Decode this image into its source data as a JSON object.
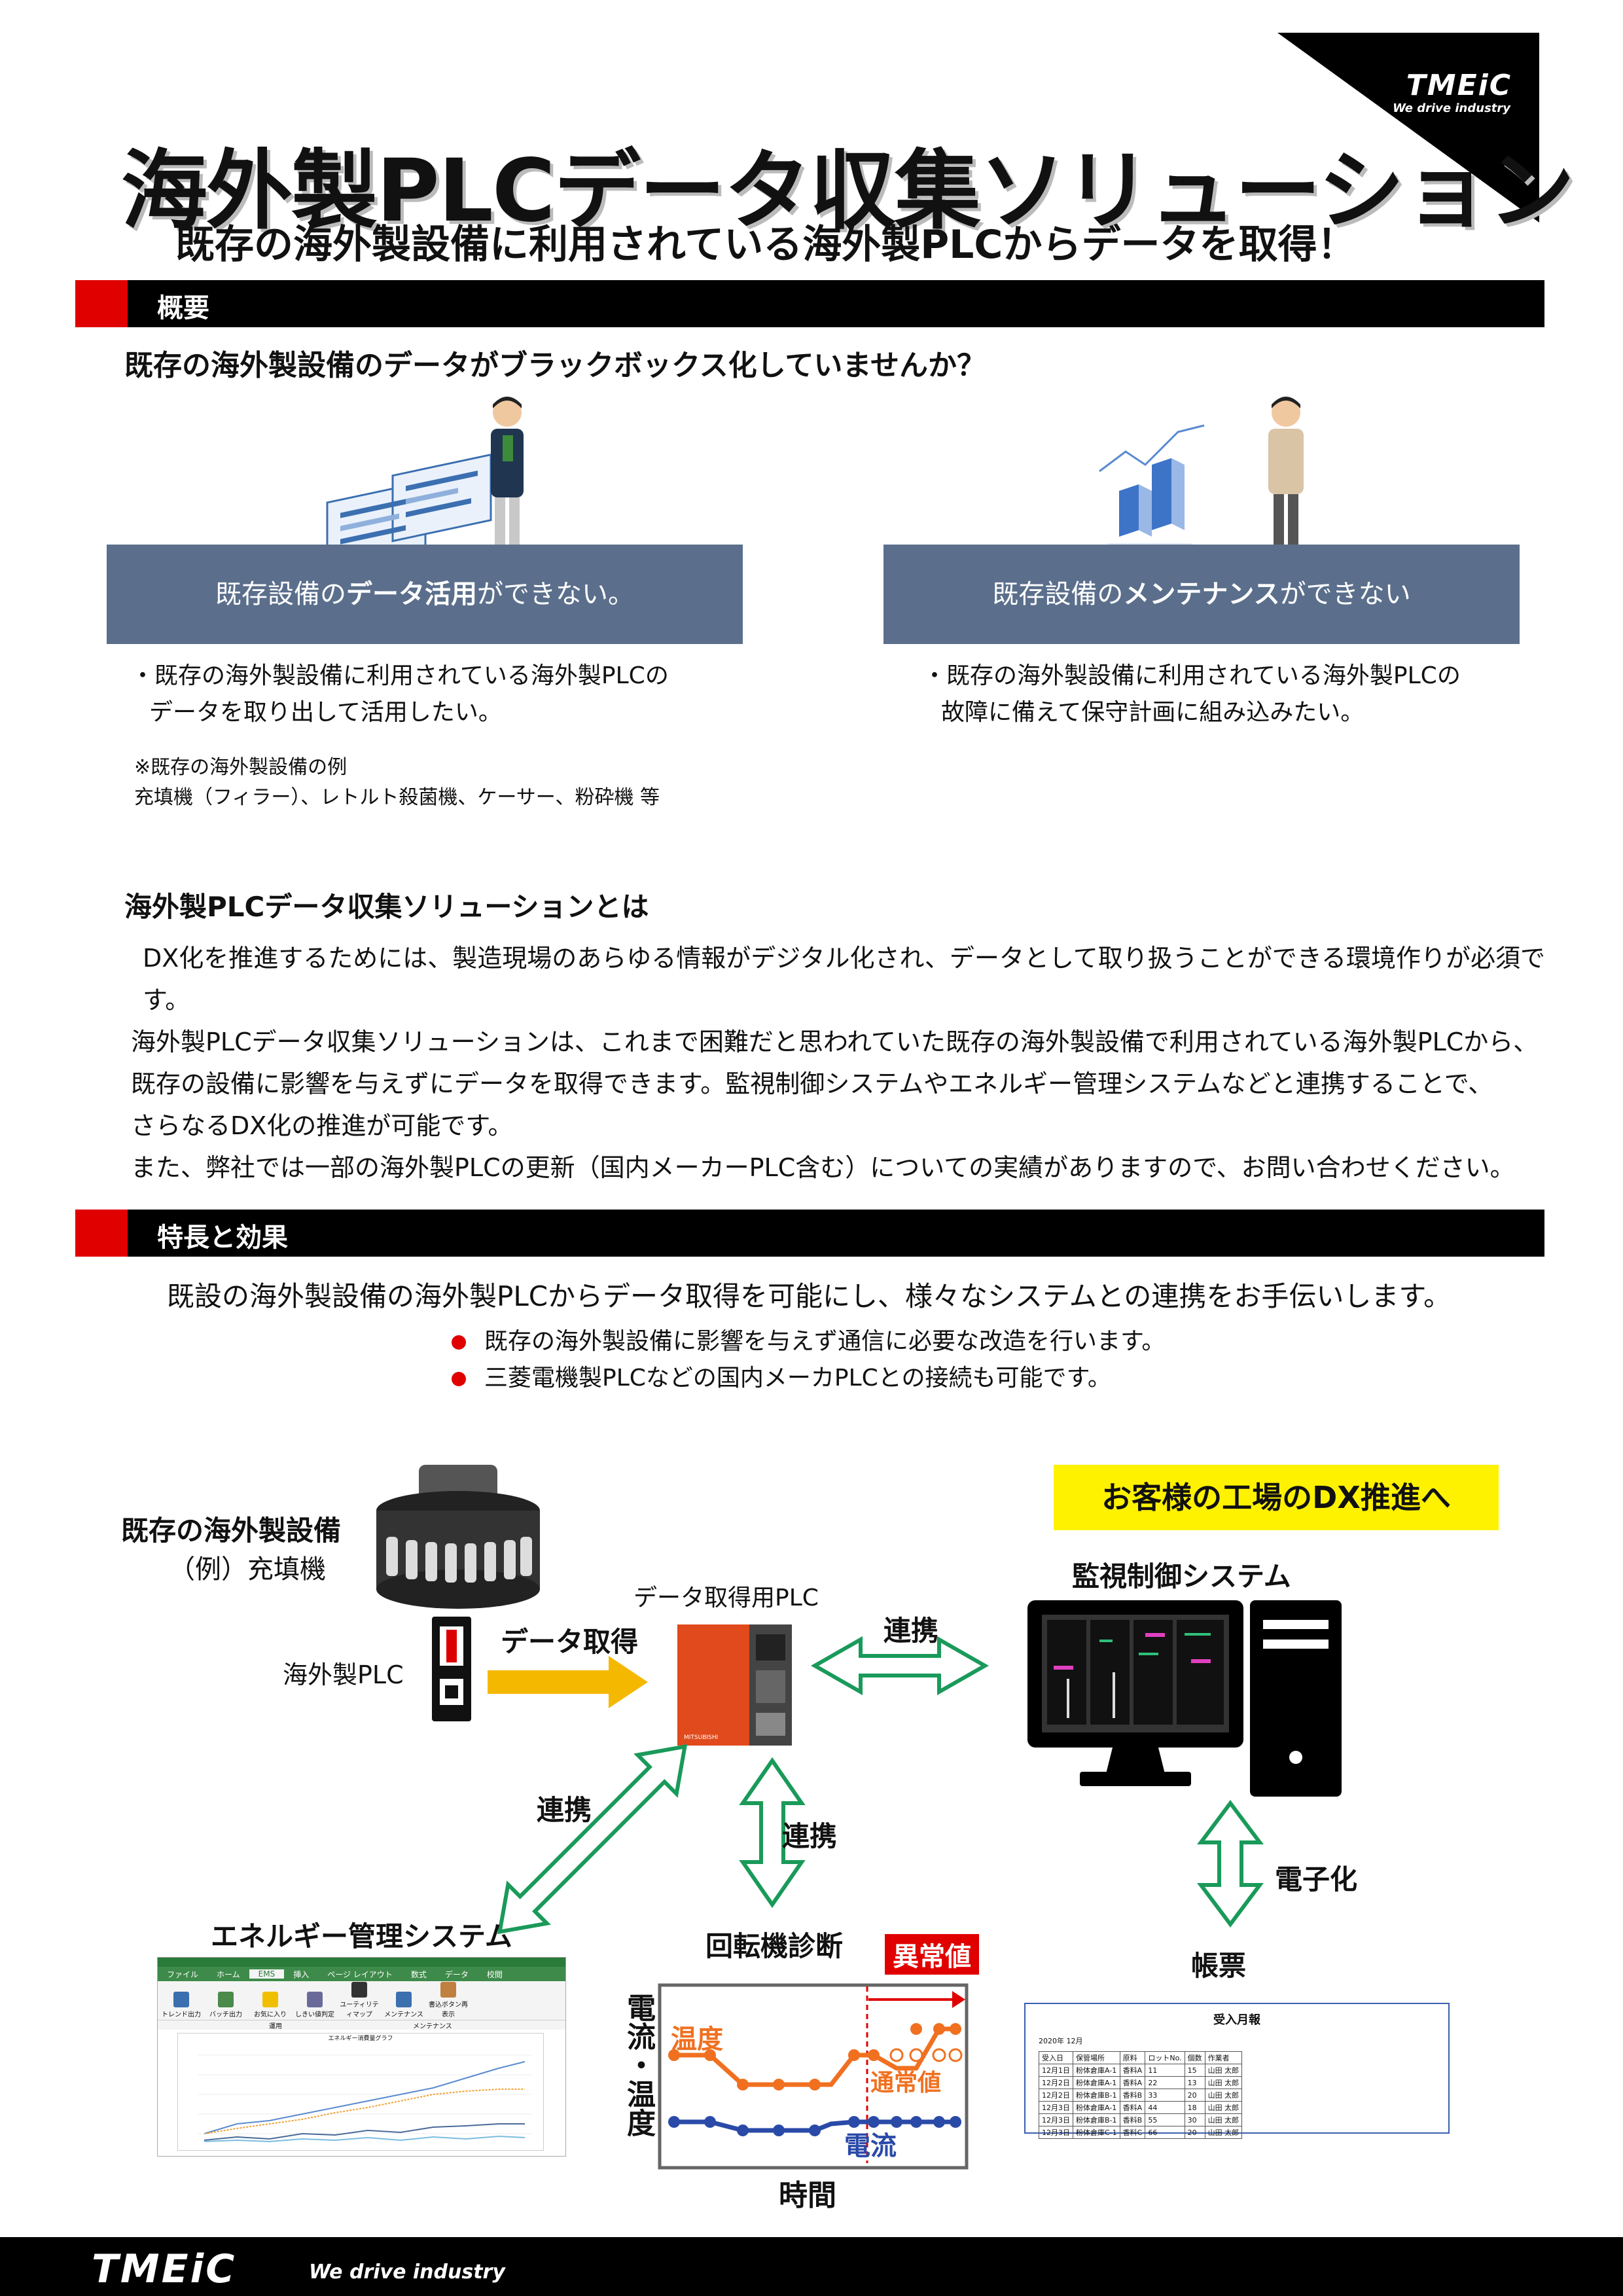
{
  "brand": {
    "logo": "TMEiC",
    "tagline": "We drive industry"
  },
  "header": {
    "title": "海外製PLCデータ収集ソリューション",
    "subtitle": "既存の海外製設備に利用されている海外製PLCからデータを取得！"
  },
  "overview": {
    "section_label": "概要",
    "question": "既存の海外製設備のデータがブラックボックス化していませんか？",
    "left_box": {
      "pre": "既存設備の",
      "bold": "データ活用",
      "post": "ができない。"
    },
    "right_box": {
      "pre": "既存設備の",
      "bold": "メンテナンス",
      "post": "ができない"
    },
    "left_note_1": "・既存の海外製設備に利用されている海外製PLCの",
    "left_note_2": "データを取り出して活用したい。",
    "right_note_1": "・既存の海外製設備に利用されている海外製PLCの",
    "right_note_2": "故障に備えて保守計画に組み込みたい。",
    "example_title": "※既存の海外製設備の例",
    "example_items": "充填機（フィラー）、レトルト殺菌機、ケーサー、粉砕機 等"
  },
  "solution": {
    "heading": "海外製PLCデータ収集ソリューションとは",
    "lines": [
      "DX化を推進するためには、製造現場のあらゆる情報がデジタル化され、データとして取り扱うことができる環境作りが必須です。",
      "海外製PLCデータ収集ソリューションは、これまで困難だと思われていた既存の海外製設備で利用されている海外製PLCから、",
      "既存の設備に影響を与えずにデータを取得できます。監視制御システムやエネルギー管理システムなどと連携することで、",
      "さらなるDX化の推進が可能です。",
      "また、弊社では一部の海外製PLCの更新（国内メーカーPLC含む）についての実績がありますので、お問い合わせください。"
    ]
  },
  "features": {
    "section_label": "特長と効果",
    "lead": "既設の海外製設備の海外製PLCからデータ取得を可能にし、様々なシステムとの連携をお手伝いします。",
    "bullets": [
      "既存の海外製設備に影響を与えず通信に必要な改造を行います。",
      "三菱電機製PLCなどの国内メーカPLCとの接続も可能です。"
    ]
  },
  "diagram": {
    "dx_banner": "お客様の工場のDX推進へ",
    "equipment_title": "既存の海外製設備",
    "equipment_example": "（例）充填機",
    "foreign_plc": "海外製PLC",
    "data_acquire": "データ取得",
    "acq_plc": "データ取得用PLC",
    "link": "連携",
    "monitor": "監視制御システム",
    "digitize": "電子化",
    "report": "帳票",
    "energy": "エネルギー管理システム",
    "rotating": "回転機診断",
    "abnormal": "異常値",
    "normal": "通常値",
    "temperature": "温度",
    "current": "電流",
    "y_axis": "電流・温度",
    "x_axis": "時間",
    "plc_brand": "MITSUBISHI"
  },
  "energy_ui": {
    "tabs": [
      "ファイル",
      "ホーム",
      "EMS",
      "挿入",
      "ページ レイアウト",
      "数式",
      "データ",
      "校閲"
    ],
    "tools": [
      "トレンド出力",
      "バッチ出力",
      "お気に入り",
      "しきい値判定",
      "ユーティリティマップ",
      "メンテナンス",
      "書込ボタン再表示"
    ],
    "groups": [
      "運用",
      "メンテナンス"
    ],
    "chart_title": "エネルギー消費量グラフ"
  },
  "report_table": {
    "title": "受入月報",
    "period": "2020年 12月",
    "headers": [
      "受入日",
      "保管場所",
      "原料",
      "ロットNo.",
      "個数",
      "作業者"
    ],
    "rows": [
      [
        "12月1日",
        "粉体倉庫A-1",
        "香料A",
        "11",
        "15",
        "山田 太郎"
      ],
      [
        "12月2日",
        "粉体倉庫A-1",
        "香料A",
        "22",
        "13",
        "山田 太郎"
      ],
      [
        "12月2日",
        "粉体倉庫B-1",
        "香料B",
        "33",
        "20",
        "山田 太郎"
      ],
      [
        "12月3日",
        "粉体倉庫A-1",
        "香料A",
        "44",
        "18",
        "山田 太郎"
      ],
      [
        "12月3日",
        "粉体倉庫B-1",
        "香料B",
        "55",
        "30",
        "山田 太郎"
      ],
      [
        "12月3日",
        "粉体倉庫C-1",
        "香料C",
        "66",
        "20",
        "山田 太郎"
      ]
    ]
  },
  "colors": {
    "red": "#e00000",
    "navy_box": "#5b6f8c",
    "arrow_green": "#1a9a5a",
    "arrow_yellow": "#f5b800",
    "temp_orange": "#f07020",
    "current_blue": "#2a4aa8"
  }
}
